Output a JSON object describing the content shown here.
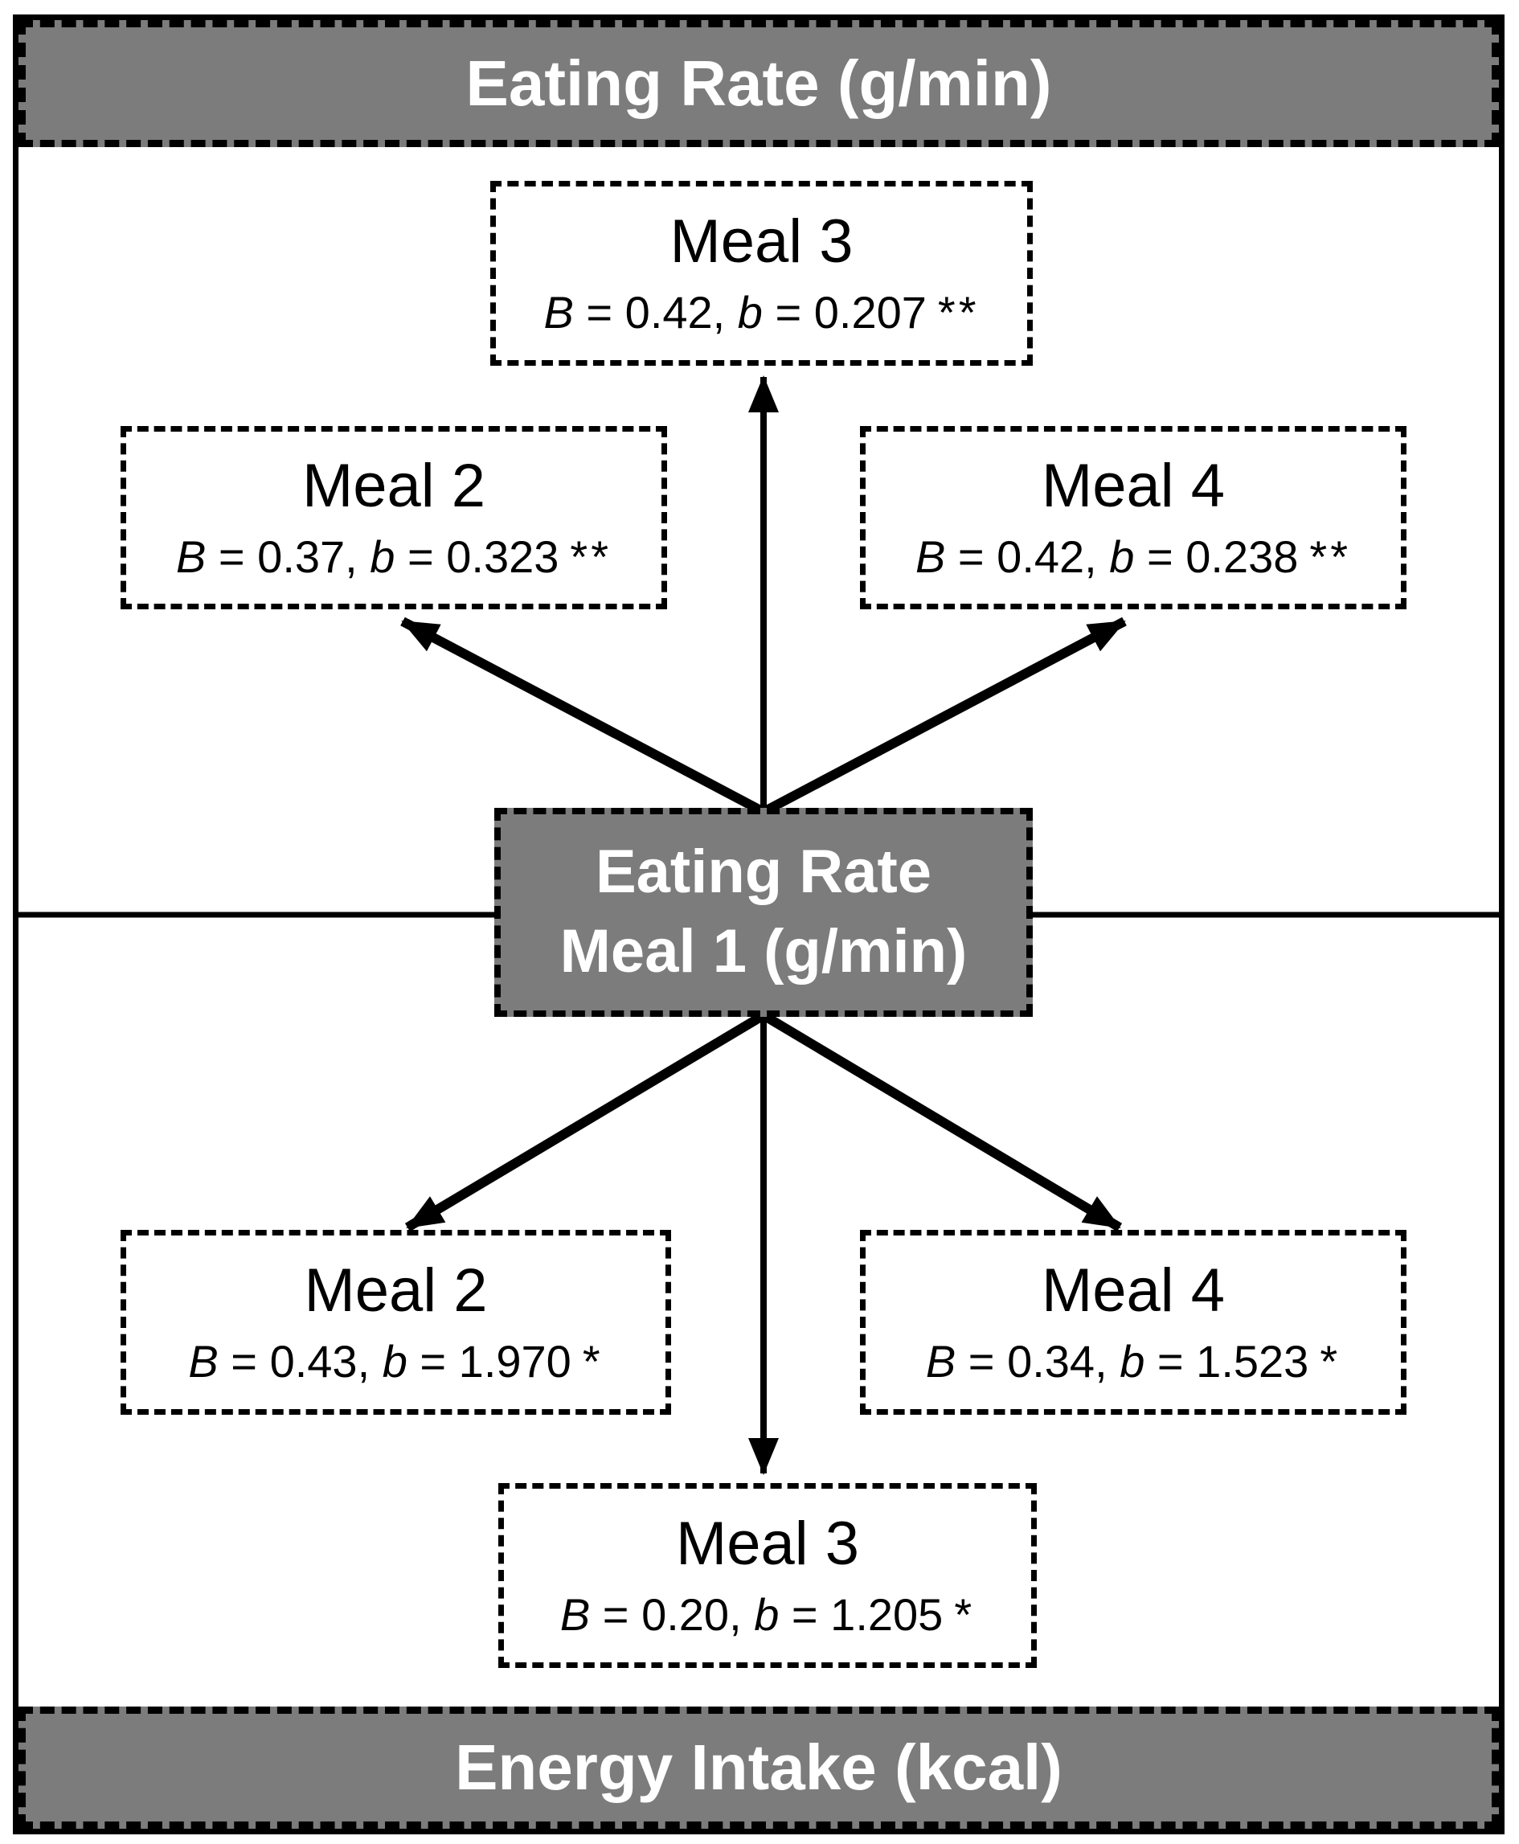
{
  "labels": {
    "B": "B",
    "b": "b",
    "eq": " = ",
    "comma": ", "
  },
  "diagram": {
    "top_banner": "Eating Rate (g/min)",
    "bottom_banner": "Energy Intake (kcal)",
    "center_box": {
      "line1": "Eating Rate",
      "line2": "Meal 1 (g/min)"
    },
    "upper_boxes": [
      {
        "title": "Meal 2",
        "B": "0.37",
        "b": "0.323",
        "sig": "**"
      },
      {
        "title": "Meal 3",
        "B": "0.42",
        "b": "0.207",
        "sig": "**"
      },
      {
        "title": "Meal 4",
        "B": "0.42",
        "b": "0.238",
        "sig": "**"
      }
    ],
    "lower_boxes": [
      {
        "title": "Meal 2",
        "B": "0.43",
        "b": "1.970",
        "sig": "*"
      },
      {
        "title": "Meal 3",
        "B": "0.20",
        "b": "1.205",
        "sig": "*"
      },
      {
        "title": "Meal 4",
        "B": "0.34",
        "b": "1.523",
        "sig": "*"
      }
    ],
    "colors": {
      "banner_gray": "#7c7c7c",
      "border_black": "#000000",
      "text_white": "#ffffff"
    }
  }
}
